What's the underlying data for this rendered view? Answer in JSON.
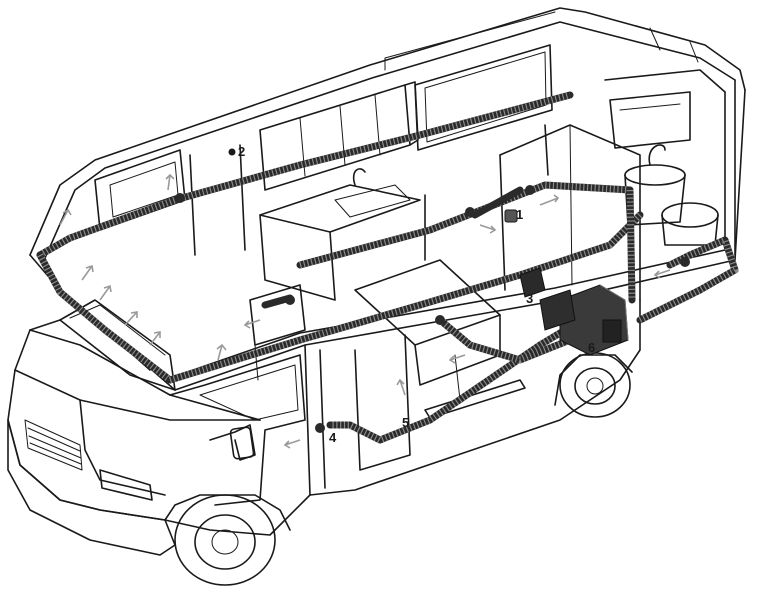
{
  "diagram": {
    "callouts": [
      {
        "id": "1",
        "label": "1"
      },
      {
        "id": "2",
        "label": "2"
      },
      {
        "id": "3",
        "label": "3"
      },
      {
        "id": "4",
        "label": "4"
      },
      {
        "id": "5",
        "label": "5"
      },
      {
        "id": "6",
        "label": "6"
      }
    ],
    "colors": {
      "line": "#1a1a1a",
      "duct": "#2a2a2a",
      "airflow_arrow": "#9a9a9a",
      "background": "#ffffff"
    }
  }
}
